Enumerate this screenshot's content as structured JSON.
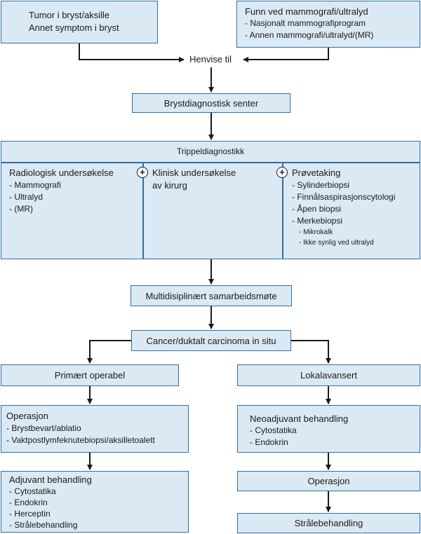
{
  "top_left": {
    "line1": "Tumor i bryst/aksille",
    "line2": "Annet symptom i bryst"
  },
  "top_right": {
    "title": "Funn ved mammografi/ultralyd",
    "items": [
      "- Nasjonalt mammografiprogram",
      "- Annen mammografi/ultralyd/(MR)"
    ]
  },
  "refer_label": "Henvise til",
  "center_box": "Brystdiagnostisk senter",
  "triple": {
    "title": "Trippeldiagnostikk",
    "col1": {
      "title": "Radiologisk undersøkelse",
      "items": [
        "- Mammografi",
        "- Ultralyd",
        "- (MR)"
      ]
    },
    "col2": {
      "line1": "Klinisk undersøkelse",
      "line2": "av kirurg"
    },
    "col3": {
      "title": "Prøvetaking",
      "items": [
        "- Sylinderbiopsi",
        "- Finnålsaspirasjonscytologi",
        "- Åpen biopsi",
        "- Merkebiopsi"
      ],
      "subitems": [
        "- Mikrokalk",
        "- Ikke synlig ved ultralyd"
      ]
    },
    "plus_symbol": "+"
  },
  "mdt_box": "Multidisiplinært samarbeidsmøte",
  "cancer_box": "Cancer/duktalt carcinoma in situ",
  "left_branch": {
    "operable": "Primært operabel",
    "operation": {
      "title": "Operasjon",
      "items": [
        "- Brystbevart/ablatio",
        "- Vaktpostlymfeknutebiopsi/aksilletoalett"
      ]
    },
    "adjuvant": {
      "title": "Adjuvant behandling",
      "items": [
        "- Cytostatika",
        "- Endokrin",
        "- Herceptin",
        "- Strålebehandling"
      ]
    }
  },
  "right_branch": {
    "advanced": "Lokalavansert",
    "neoadjuvant": {
      "title": "Neoadjuvant behandling",
      "items": [
        "- Cytostatika",
        "- Endokrin"
      ]
    },
    "operation": "Operasjon",
    "radiation": "Strålebehandling"
  },
  "colors": {
    "box_fill": "#dbe9f4",
    "box_border": "#2f6fa3",
    "arrow": "#1a1a1a"
  }
}
